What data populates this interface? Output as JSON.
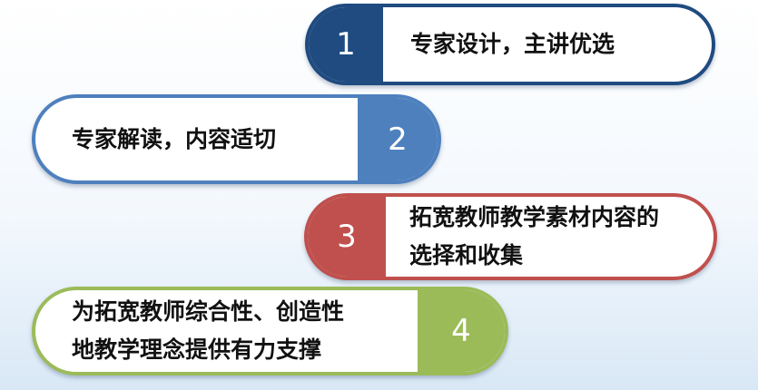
{
  "colors": {
    "item1": "#1f4b80",
    "item2": "#4e80bd",
    "item3": "#c0504d",
    "item4": "#9bbb59"
  },
  "items": [
    {
      "number": "1",
      "text": "专家设计，主讲优选"
    },
    {
      "number": "2",
      "text": "专家解读，内容适切"
    },
    {
      "number": "3",
      "text": "拓宽教师教学素材内容的\n选择和收集"
    },
    {
      "number": "4",
      "text": "为拓宽教师综合性、创造性\n地教学理念提供有力支撑"
    }
  ]
}
